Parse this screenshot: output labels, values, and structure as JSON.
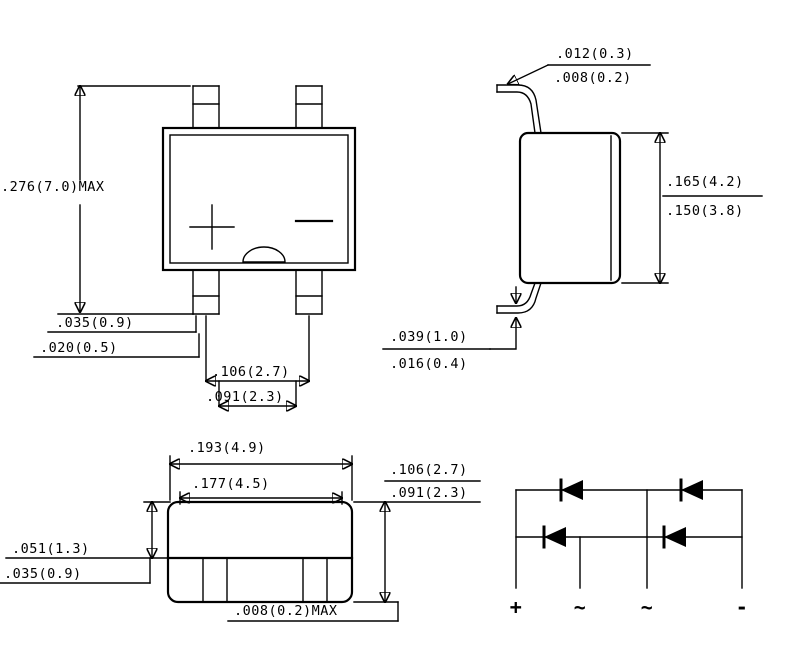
{
  "colors": {
    "line": "#000000",
    "background": "#ffffff",
    "pin1_marker": "#a0a0a0"
  },
  "top_view": {
    "overall_length_max": ".276(7.0)MAX",
    "lead_width": ".035(0.9)",
    "lead_tip_width": ".020(0.5)",
    "lead_span_outer": ".106(2.7)",
    "lead_span_inner": ".091(2.3)"
  },
  "side_view": {
    "lead_thickness_max": ".012(0.3)",
    "lead_thickness_min": ".008(0.2)",
    "body_height_max": ".165(4.2)",
    "body_height_min": ".150(3.8)",
    "foot_max": ".039(1.0)",
    "foot_min": ".016(0.4)"
  },
  "front_view": {
    "body_width_max": ".193(4.9)",
    "body_width_min": ".177(4.5)",
    "height_max": ".106(2.7)",
    "height_min": ".091(2.3)",
    "shoulder_height": ".051(1.3)",
    "base_height": ".035(0.9)",
    "standoff_max": ".008(0.2)MAX"
  },
  "schematic": {
    "terminals": {
      "positive": "+",
      "ac_left": "~",
      "ac_right": "~",
      "negative": "-"
    }
  }
}
